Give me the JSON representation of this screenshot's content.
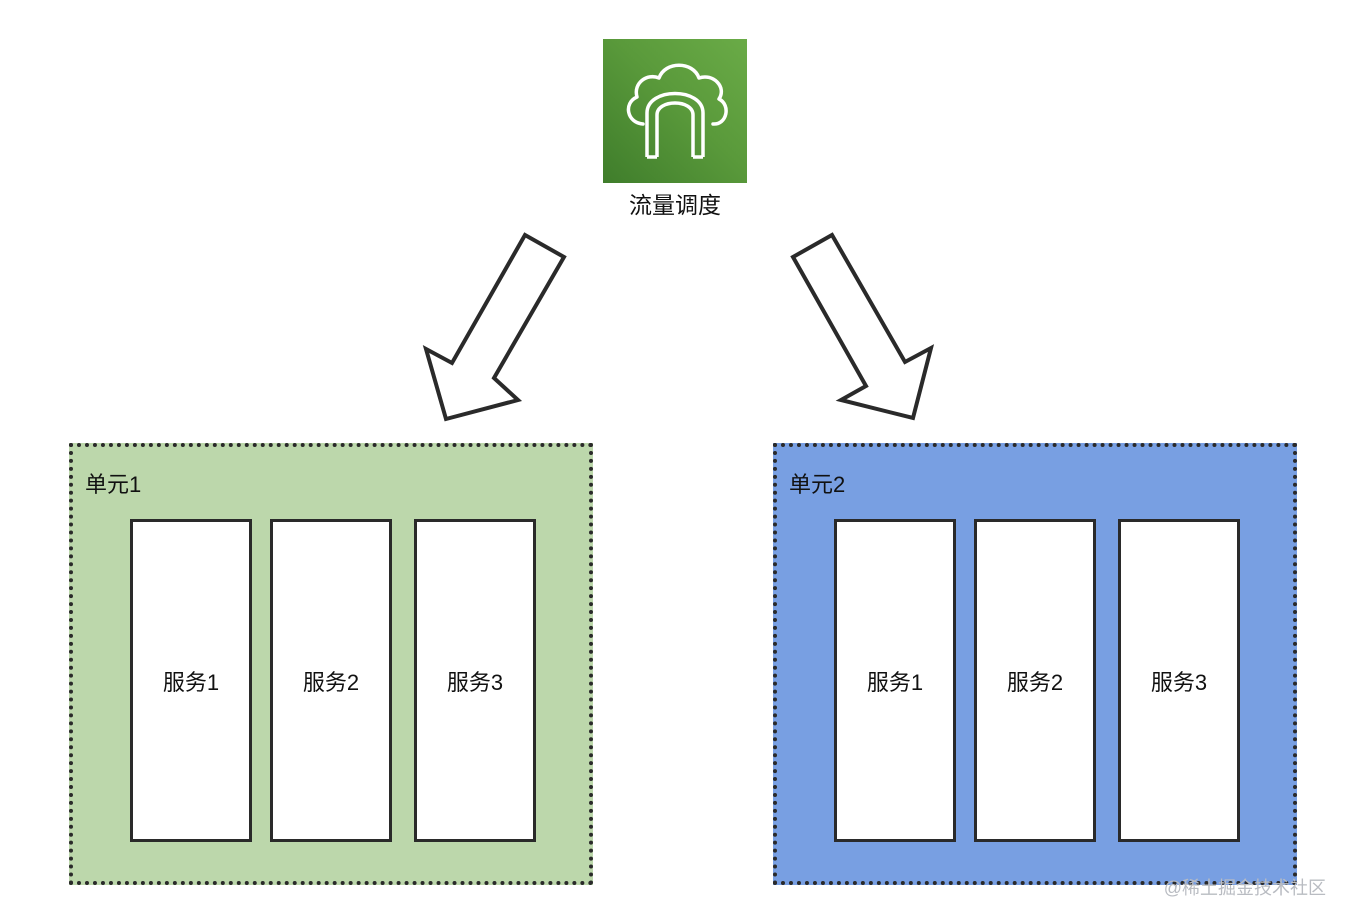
{
  "colors": {
    "icon_bg": "#4f8f35",
    "unit_1_fill": "#bcd7ab",
    "unit_2_fill": "#789fe2",
    "border": "#2a2a2a"
  },
  "top_node": {
    "icon": "cloud-gateway-icon",
    "label": "流量调度"
  },
  "units": [
    {
      "label": "单元1",
      "services": [
        "服务1",
        "服务2",
        "服务3"
      ]
    },
    {
      "label": "单元2",
      "services": [
        "服务1",
        "服务2",
        "服务3"
      ]
    }
  ],
  "watermark": "@稀土掘金技术社区"
}
